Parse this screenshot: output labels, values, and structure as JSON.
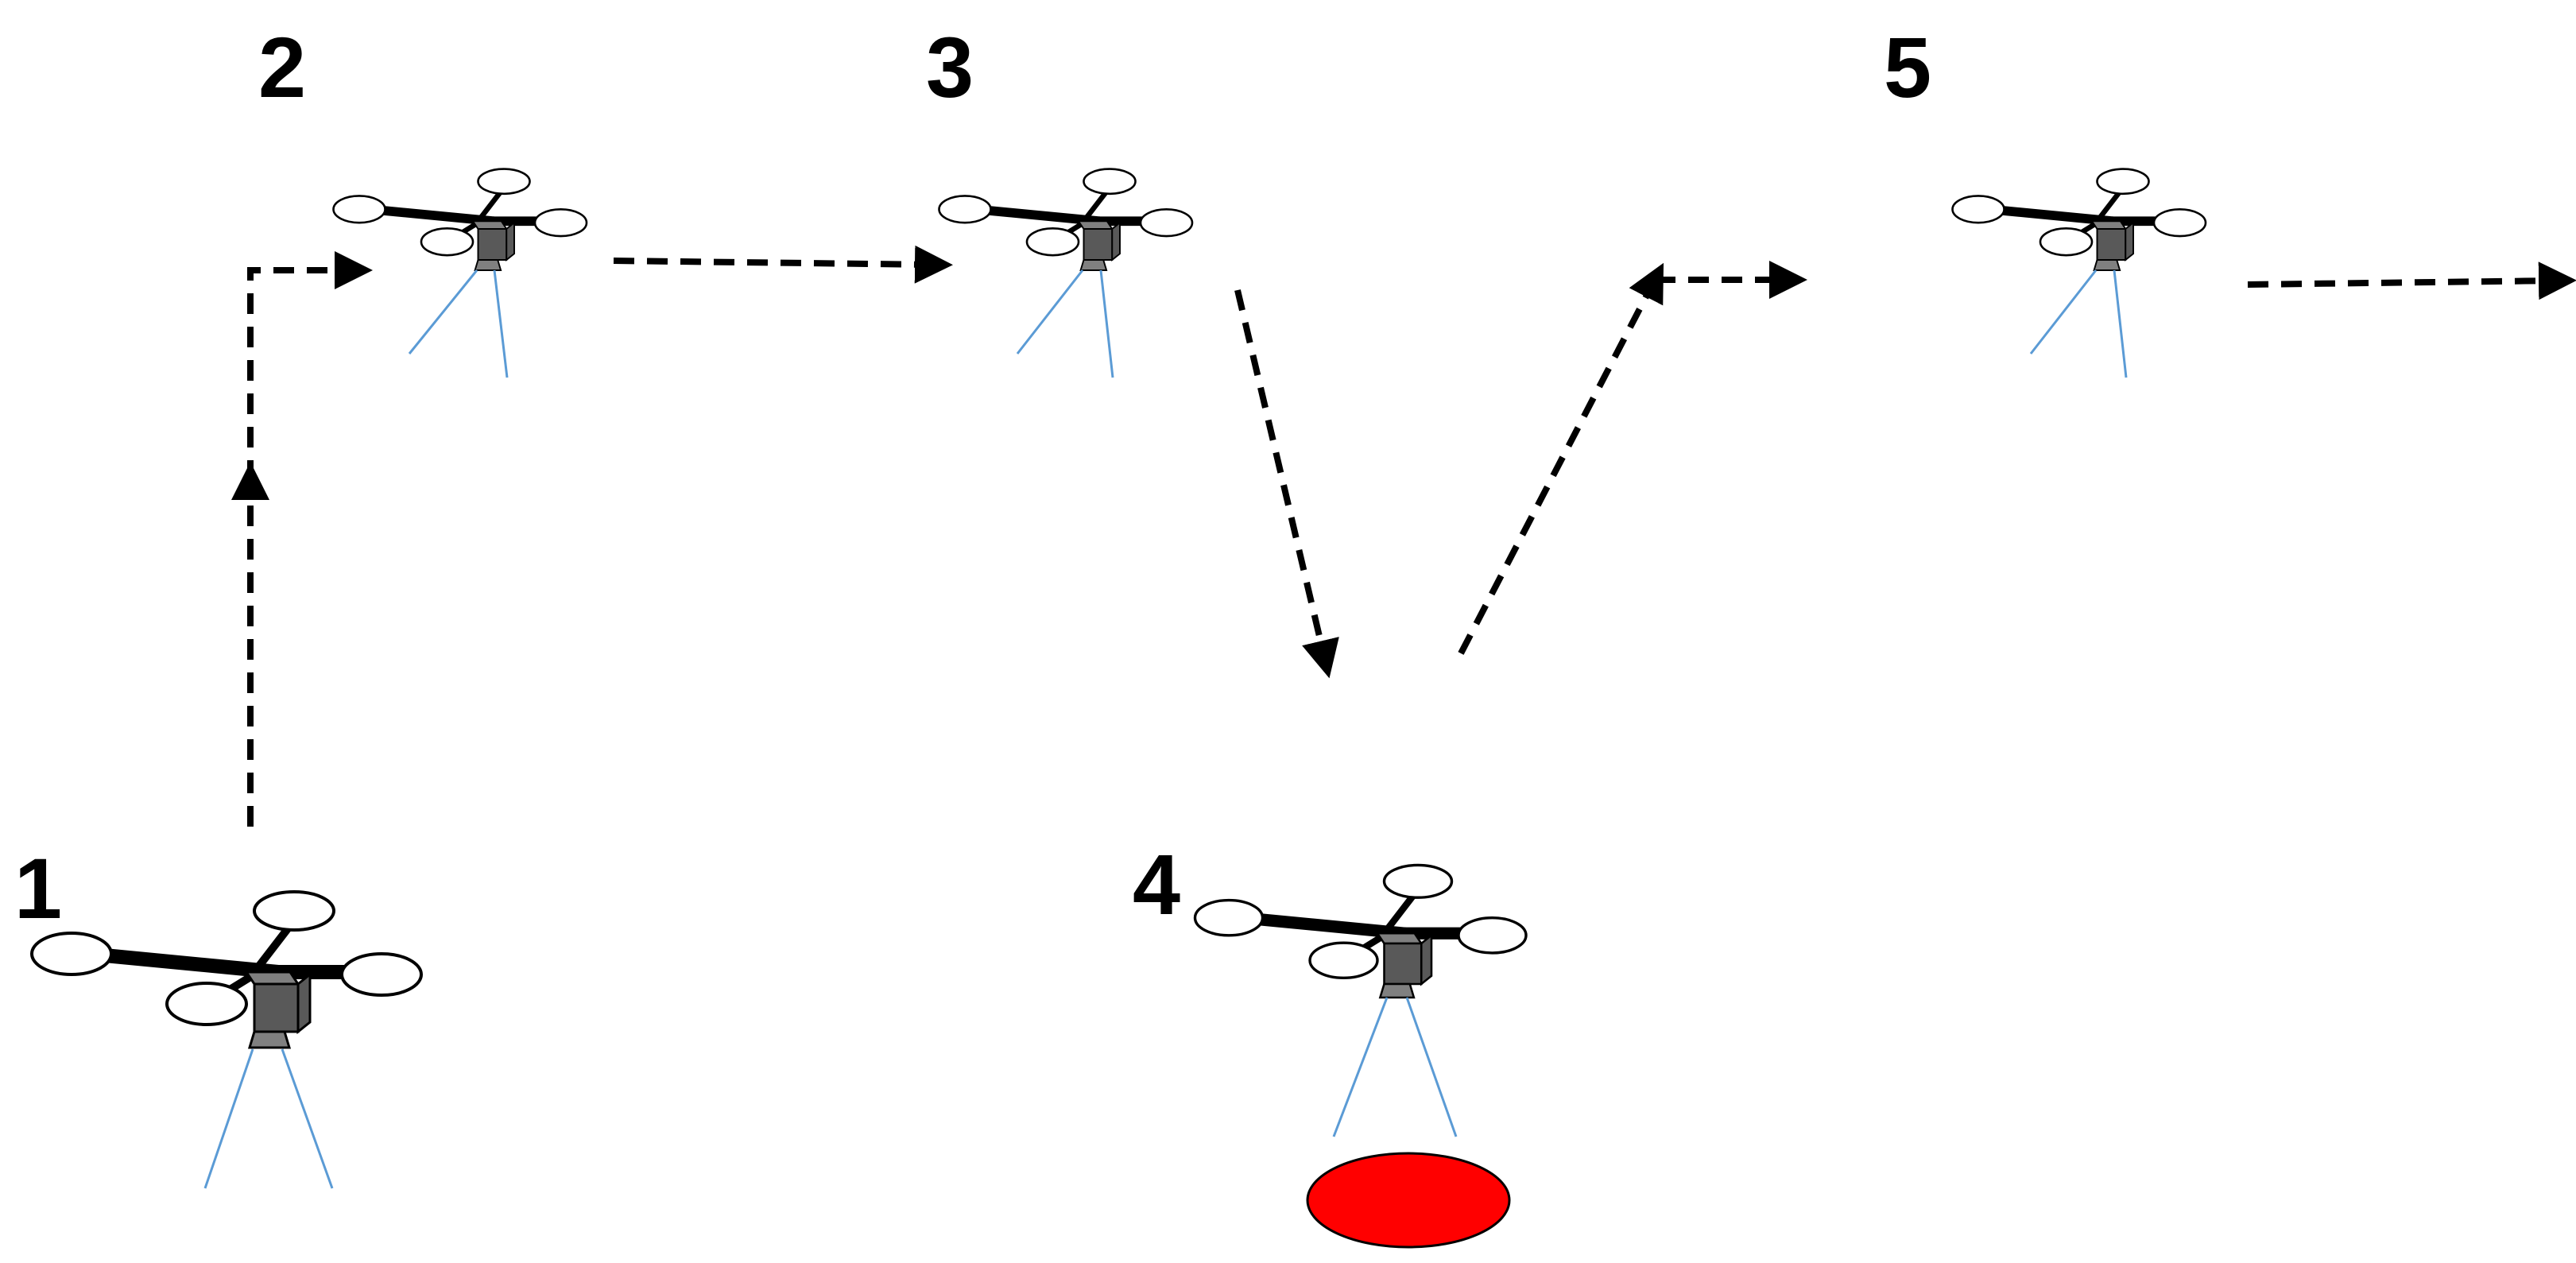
{
  "diagram": {
    "steps": [
      {
        "id": 1,
        "label": "1",
        "has_beam": true,
        "altitude": "low"
      },
      {
        "id": 2,
        "label": "2",
        "has_beam": true,
        "altitude": "high"
      },
      {
        "id": 3,
        "label": "3",
        "has_beam": true,
        "altitude": "high"
      },
      {
        "id": 4,
        "label": "4",
        "has_beam": true,
        "altitude": "low",
        "has_target": true
      },
      {
        "id": 5,
        "label": "5",
        "has_beam": true,
        "altitude": "high"
      }
    ],
    "target": {
      "shape": "ellipse",
      "color": "#ff0000"
    },
    "path_style": {
      "color": "#000000",
      "pattern": "dashed"
    },
    "beam_color": "#5b9bd5",
    "drone_body_color": "#595959"
  }
}
